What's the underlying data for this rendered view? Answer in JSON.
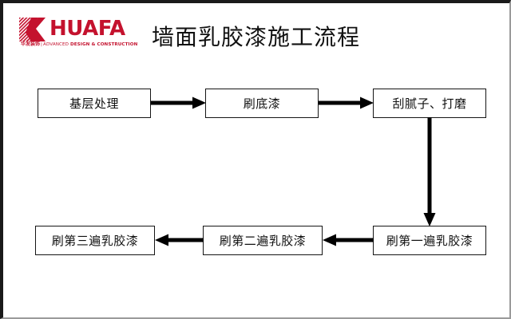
{
  "page": {
    "title": "墙面乳胶漆施工流程",
    "background_color": "#ffffff",
    "border_color": "#1a1a1a"
  },
  "logo": {
    "mark": "huafa-k-mark",
    "wordmark": "HUAFA",
    "subtitle_cn": "华发装饰",
    "subtitle_separator": "|",
    "subtitle_en_light": "ADVANCED ",
    "subtitle_en_bold": "DESIGN & CONSTRUCTION",
    "color": "#C4122E"
  },
  "chart_data": {
    "type": "diagram",
    "title": "墙面乳胶漆施工流程",
    "nodes": [
      {
        "id": "n1",
        "label": "基层处理",
        "row": 1,
        "col": 1
      },
      {
        "id": "n2",
        "label": "刷底漆",
        "row": 1,
        "col": 2
      },
      {
        "id": "n3",
        "label": "刮腻子、打磨",
        "row": 1,
        "col": 3
      },
      {
        "id": "n4",
        "label": "刷第一遍乳胶漆",
        "row": 2,
        "col": 3
      },
      {
        "id": "n5",
        "label": "刷第二遍乳胶漆",
        "row": 2,
        "col": 2
      },
      {
        "id": "n6",
        "label": "刷第三遍乳胶漆",
        "row": 2,
        "col": 1
      }
    ],
    "edges": [
      {
        "from": "n1",
        "to": "n2",
        "direction": "right"
      },
      {
        "from": "n2",
        "to": "n3",
        "direction": "right"
      },
      {
        "from": "n3",
        "to": "n4",
        "direction": "down"
      },
      {
        "from": "n4",
        "to": "n5",
        "direction": "left"
      },
      {
        "from": "n5",
        "to": "n6",
        "direction": "left"
      }
    ],
    "node_fill": "#ffffff",
    "node_stroke": "#151515",
    "edge_color": "#000000"
  }
}
